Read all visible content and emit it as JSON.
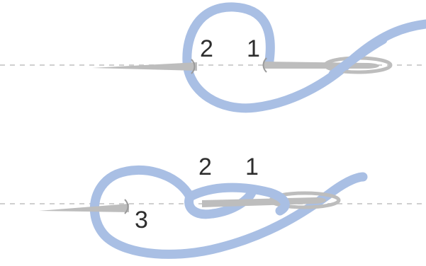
{
  "colors": {
    "background": "#ffffff",
    "thread": "#a9bfe4",
    "needle": "#b9b9b9",
    "guide_line": "#cfcfcf",
    "label": "#2e2e2e"
  },
  "steps": [
    {
      "labels": [
        "2",
        "1"
      ]
    },
    {
      "labels": [
        "2",
        "1",
        "3"
      ]
    }
  ]
}
